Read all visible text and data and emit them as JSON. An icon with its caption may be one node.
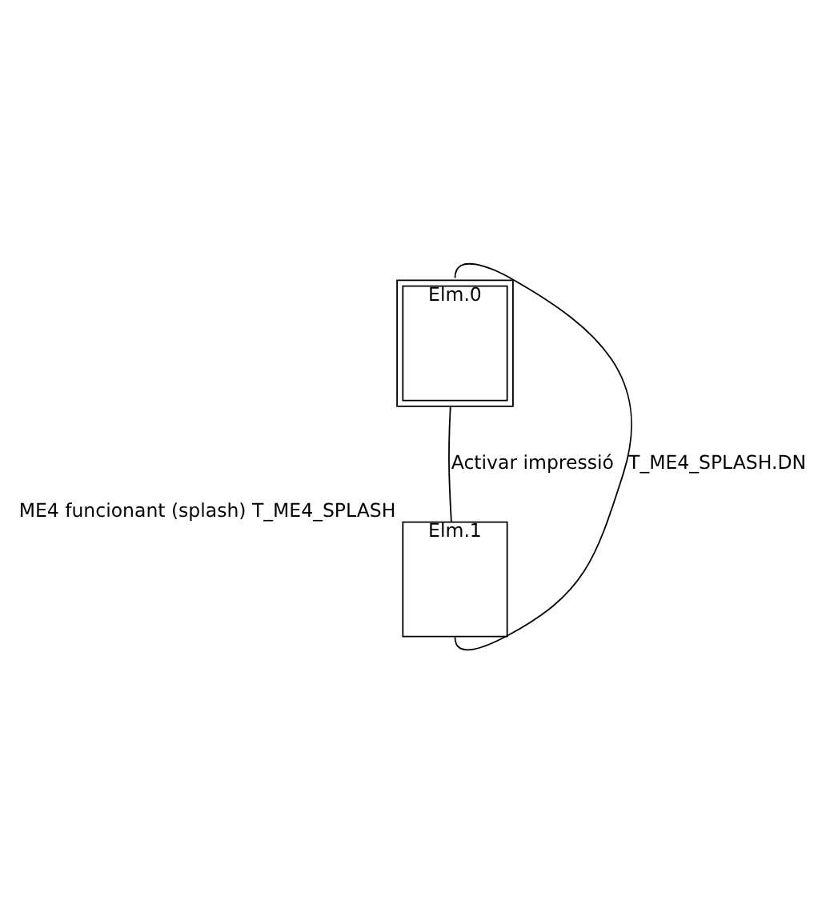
{
  "diagram": {
    "nodes": [
      {
        "text": [
          "Elm.0"
        ]
      },
      {
        "text": [
          "Elm.1"
        ],
        "beside": [
          "ME4 funcionant (splash) T_ME4_SPLASH"
        ]
      }
    ],
    "edges": [
      {
        "from": 0,
        "to": 1,
        "arrow": "none",
        "label": "Activar impressió"
      },
      {
        "from": 1,
        "to": 0,
        "arrow": "none",
        "label": "T_ME4_SPLASH.DN"
      }
    ]
  }
}
